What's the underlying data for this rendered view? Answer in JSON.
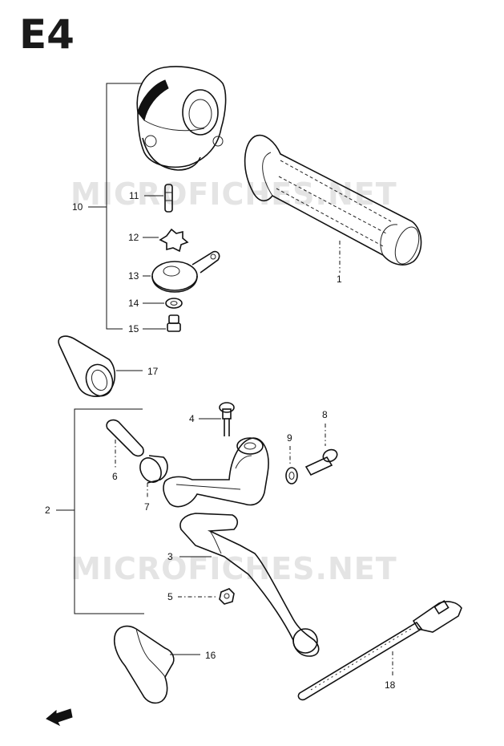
{
  "diagram": {
    "page_code": "E4",
    "watermark": [
      "MICROFICHES.NET",
      "MICROFICHES.NET"
    ],
    "parts": [
      {
        "id": "1"
      },
      {
        "id": "2"
      },
      {
        "id": "3"
      },
      {
        "id": "4"
      },
      {
        "id": "5"
      },
      {
        "id": "6"
      },
      {
        "id": "7"
      },
      {
        "id": "8"
      },
      {
        "id": "9"
      },
      {
        "id": "10"
      },
      {
        "id": "11"
      },
      {
        "id": "12"
      },
      {
        "id": "13"
      },
      {
        "id": "14"
      },
      {
        "id": "15"
      },
      {
        "id": "16"
      },
      {
        "id": "17"
      },
      {
        "id": "18"
      }
    ]
  }
}
